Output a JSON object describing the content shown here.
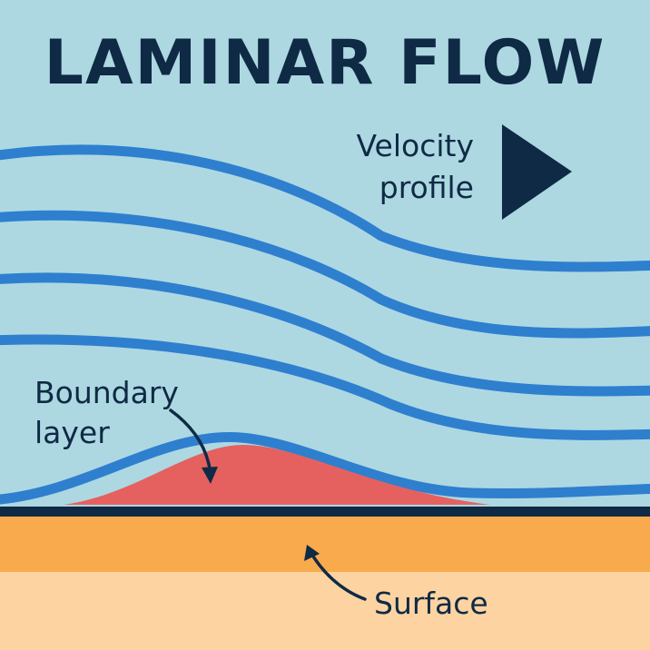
{
  "title": "LAMINAR FLOW",
  "labels": {
    "velocity_line1": "Velocity",
    "velocity_line2": "profile",
    "boundary_line1": "Boundary",
    "boundary_line2": "layer",
    "surface": "Surface"
  },
  "colors": {
    "background": "#add8e2",
    "streamline": "#2f7fcf",
    "ink": "#0f2a44",
    "boundary_layer": "#e5615f",
    "surface_top": "#f9aa4c",
    "surface_bottom": "#fdd3a2"
  },
  "icons": {
    "velocity_arrow": "play-triangle-icon",
    "boundary_pointer": "curved-arrow-icon",
    "surface_pointer": "curved-arrow-icon"
  }
}
